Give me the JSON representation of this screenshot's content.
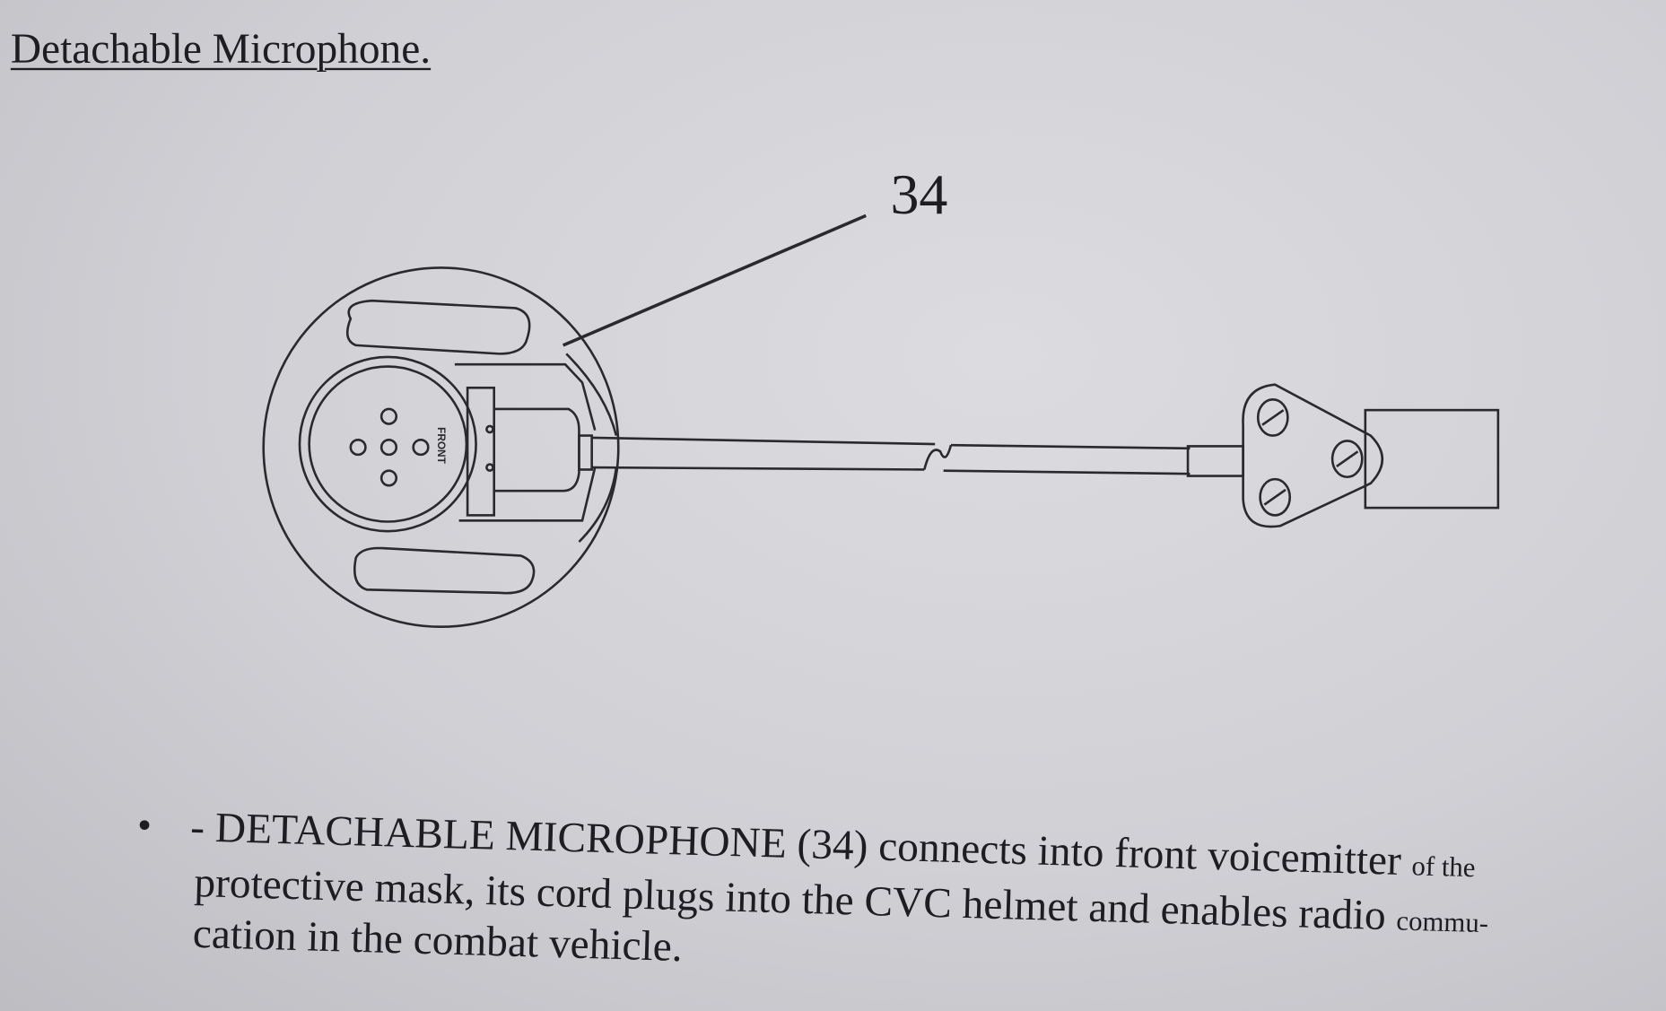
{
  "heading": "Detachable Microphone.",
  "figure": {
    "callout_number": "34",
    "front_label": "FRONT"
  },
  "description": {
    "bullet": "•",
    "line1_main": "- DETACHABLE MICROPHONE (34) connects into front voicemitter",
    "line1_small": "of the",
    "line2_main": "protective mask, its cord plugs into the CVC helmet and enables radio",
    "line2_small": "commu-",
    "line3": "cation in the combat vehicle."
  }
}
